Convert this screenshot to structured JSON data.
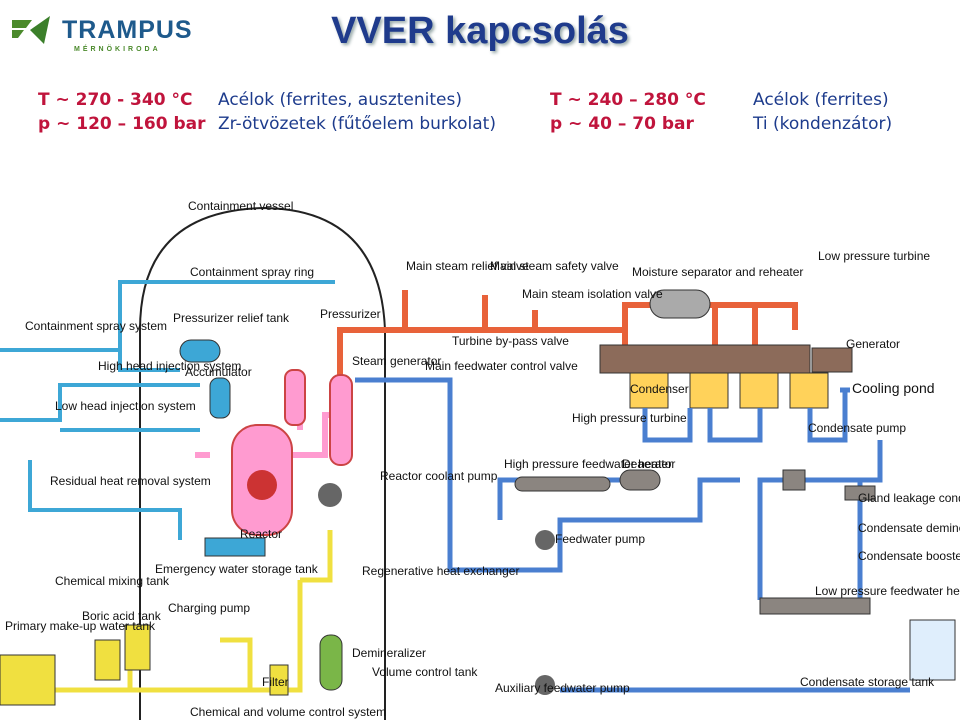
{
  "logo": {
    "name": "TRAMPUS",
    "tagline": "MÉRNÖKIRODA"
  },
  "title": "VVER kapcsolás",
  "primary": {
    "temp": "T ~ 270 - 340 °C",
    "pressure": "p ~ 120 – 160 bar",
    "materials_1": "Acélok (ferrites, ausztenites)",
    "materials_2": "Zr-ötvözetek (fűtőelem burkolat)"
  },
  "secondary": {
    "temp": "T ~ 240 – 280 °C",
    "pressure": "p ~ 40 – 70 bar",
    "materials_1": "Acélok (ferrites)",
    "materials_2": "Ti (kondenzátor)"
  },
  "labels": {
    "containment_vessel": "Containment vessel",
    "containment_spray_ring": "Containment spray ring",
    "containment_spray_system": "Containment spray system",
    "pressurizer_relief_tank": "Pressurizer relief tank",
    "pressurizer": "Pressurizer",
    "accumulator": "Accumulator",
    "high_head_injection": "High head injection system",
    "low_head_injection": "Low head injection system",
    "residual_heat": "Residual heat removal system",
    "reactor": "Reactor",
    "steam_generator": "Steam generator",
    "reactor_coolant_pump": "Reactor coolant pump",
    "emergency_water": "Emergency water storage tank",
    "chemical_mixing": "Chemical mixing tank",
    "boric_acid": "Boric acid tank",
    "primary_makeup": "Primary make-up water tank",
    "charging_pump": "Charging pump",
    "regen_hx": "Regenerative heat exchanger",
    "demineralizer": "Demineralizer",
    "volume_control": "Volume control tank",
    "filter": "Filter",
    "cvcs": "Chemical and volume control system",
    "main_steam_relief": "Main steam relief valve",
    "main_steam_safety": "Main steam safety valve",
    "main_steam_isolation": "Main steam isolation valve",
    "turbine_bypass": "Turbine by-pass valve",
    "main_feedwater": "Main feedwater control valve",
    "moisture_separator": "Moisture separator and reheater",
    "lp_turbine": "Low pressure turbine",
    "generator": "Generator",
    "condenser": "Condenser",
    "cooling_pond": "Cooling pond",
    "hp_turbine": "High pressure turbine",
    "condensate_pump": "Condensate pump",
    "hp_fw_heater": "High pressure feedwater heater",
    "deaerator": "Deaerator",
    "gland_leakage": "Gland leakage condenser",
    "condensate_demin": "Condensate demineralizer",
    "condensate_booster": "Condensate booster pump",
    "feedwater_pump": "Feedwater pump",
    "lp_fw_heater": "Low pressure feedwater heater",
    "aux_feedwater": "Auxiliary feedwater pump",
    "condensate_storage": "Condensate storage tank"
  },
  "colors": {
    "primary_loop": "#ff9bd0",
    "steam": "#e8623a",
    "feedwater": "#4a7fd0",
    "condensate": "#5b9be0",
    "chemical": "#f0e040",
    "safety": "#3da7d6",
    "header_bg": "#ffffff"
  }
}
